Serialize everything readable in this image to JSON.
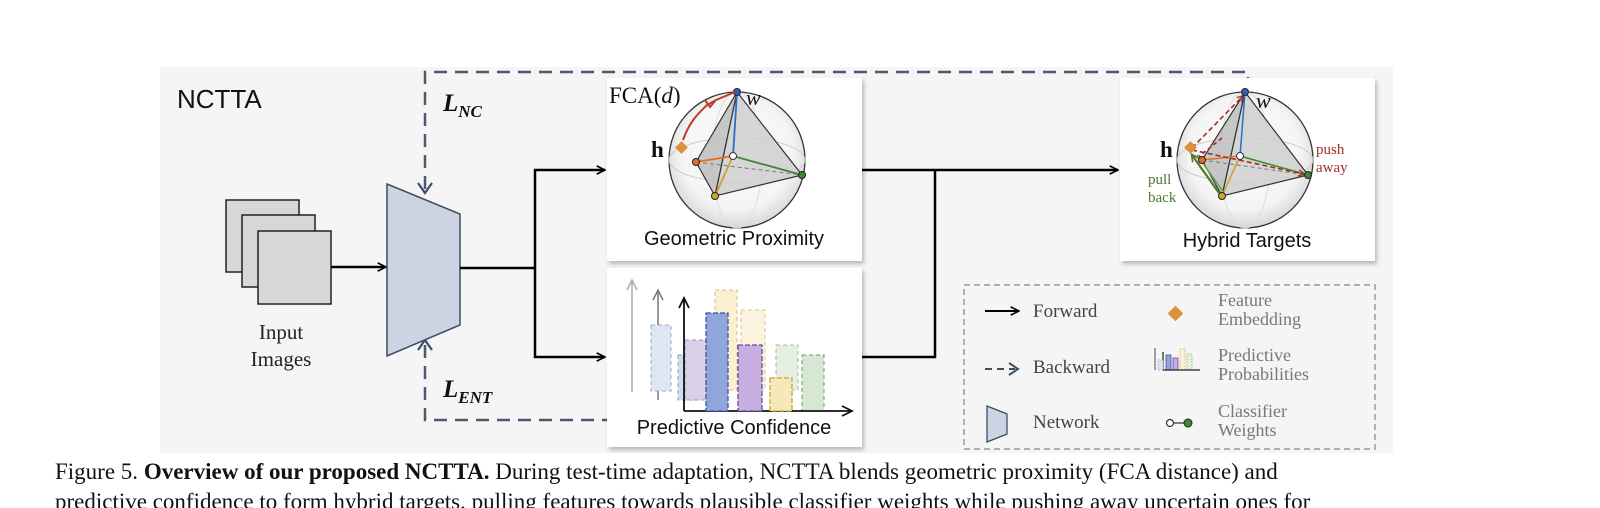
{
  "panel_title": "NCTTA",
  "losses": {
    "nc": {
      "main": "L",
      "sub": "NC"
    },
    "ent": {
      "main": "L",
      "sub": "ENT"
    }
  },
  "input": {
    "label_line1": "Input",
    "label_line2": "Images"
  },
  "geometric_panel": {
    "label": "Geometric Proximity",
    "fca_label": "FCA(",
    "fca_var": "d",
    "fca_close": ")",
    "h_label": "h",
    "w_label": "w"
  },
  "confidence_panel": {
    "label": "Predictive Confidence"
  },
  "hybrid_panel": {
    "label": "Hybrid Targets",
    "h_label": "h",
    "w_label": "w",
    "push_line1": "push",
    "push_line2": "away",
    "pull_line1": "pull",
    "pull_line2": "back"
  },
  "legend": {
    "forward": "Forward",
    "backward": "Backward",
    "network": "Network",
    "feature_line1": "Feature",
    "feature_line2": "Embedding",
    "predictive_line1": "Predictive",
    "predictive_line2": "Probabilities",
    "classifier_line1": "Classifier",
    "classifier_line2": "Weights"
  },
  "colors": {
    "panel_bg": "#f5f5f5",
    "network_fill": "#ccd3e3",
    "dashed_loop": "#4a5a70",
    "embedding": "#d9913a",
    "push_red": "#a0302a",
    "pull_green": "#4c7a2e",
    "fca_red": "#c0392b"
  },
  "caption": {
    "prefix": "Figure 5.  ",
    "bold": "Overview of our proposed NCTTA.",
    "text": " During test-time adaptation, NCTTA blends geometric proximity (FCA distance) and",
    "line2": "predictive confidence to form hybrid targets, pulling features towards plausible classifier weights while pushing away uncertain ones for"
  }
}
